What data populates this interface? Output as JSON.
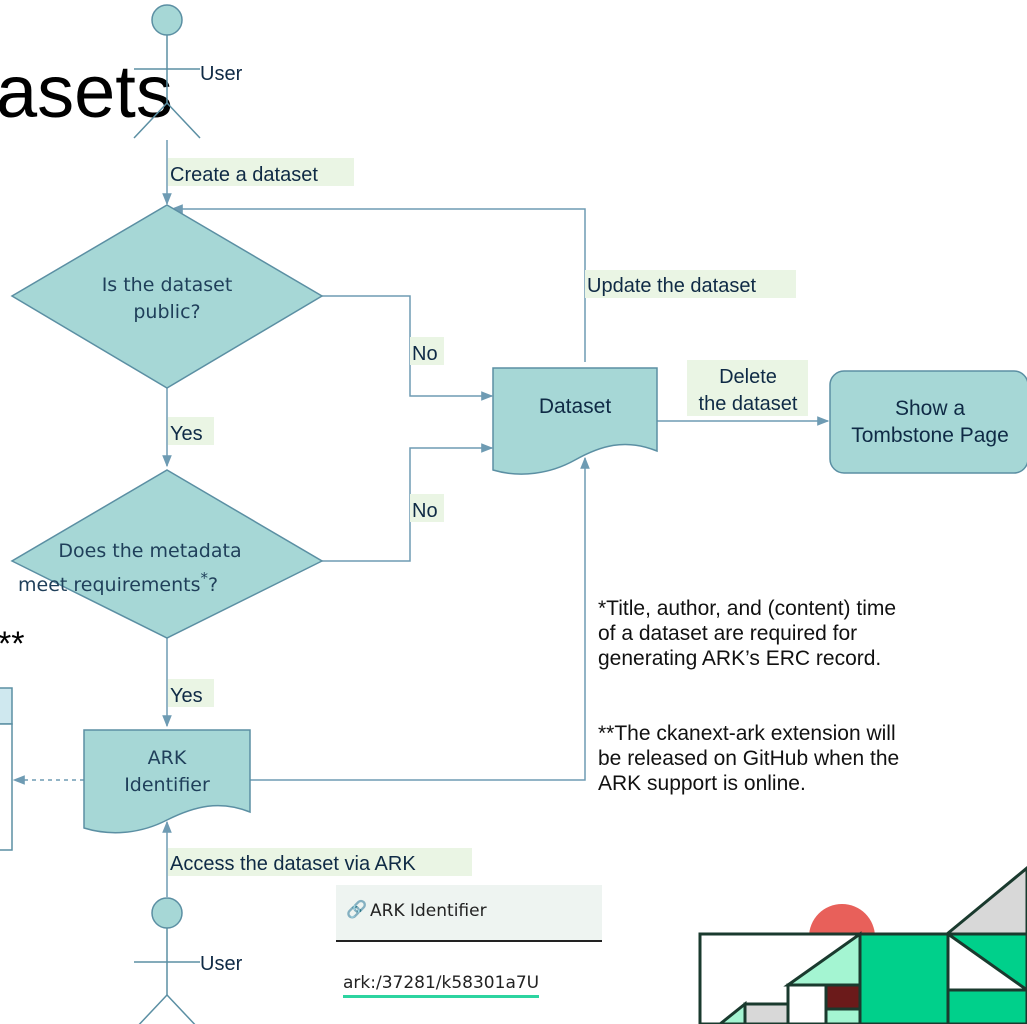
{
  "slide_title_fragment": "asets",
  "stars_fragment": "**",
  "actors": {
    "top": "User",
    "bottom": "User"
  },
  "edges": {
    "create": "Create a dataset",
    "update": "Update the dataset",
    "no1": "No",
    "no2": "No",
    "yes1": "Yes",
    "yes2": "Yes",
    "delete_line1": "Delete",
    "delete_line2": "the dataset",
    "access": "Access the dataset via ARK"
  },
  "nodes": {
    "decision1_line1": "Is the dataset",
    "decision1_line2": "public?",
    "decision2_line1": "Does the metadata",
    "decision2_line2": "meet requirements",
    "decision2_sup": "*",
    "decision2_q": "?",
    "dataset": "Dataset",
    "ark_line1": "ARK",
    "ark_line2": "Identifier",
    "tomb_line1": "Show a",
    "tomb_line2": "Tombstone Page"
  },
  "notes": {
    "n1": [
      "*Title, author, and (content) time",
      "of a dataset are required for",
      "generating ARK’s ERC record."
    ],
    "n2": [
      "**The ckanext-ark extension will",
      "be released on GitHub when the",
      "ARK support is online."
    ]
  },
  "ark_widget": {
    "label": "ARK Identifier",
    "value": "ark:/37281/k58301a7U"
  },
  "colors": {
    "shape_fill": "#a6d7d6",
    "shape_stroke": "#5b8fa3",
    "edge": "#6e9bb3",
    "label_bg": "#eaf5e4",
    "widget_bg": "#eef4f1",
    "ark_underline": "#2dd4a0",
    "logo_green": "#00d08b",
    "logo_light": "#a4f5d2",
    "logo_red": "#e8605a",
    "logo_dark": "#1a3a2e",
    "logo_maroon": "#6b1a1a",
    "logo_gray": "#d8d8d8"
  }
}
